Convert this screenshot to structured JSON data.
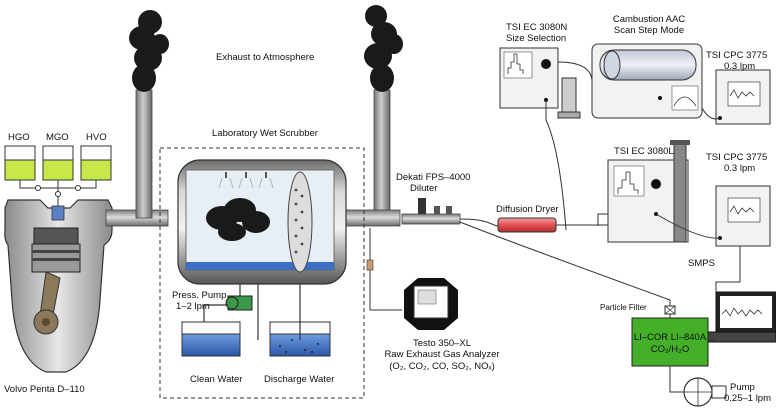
{
  "labels": {
    "exhaust_to_atmosphere": "Exhaust to Atmosphere",
    "laboratory_wet_scrubber": "Laboratory  Wet Scrubber",
    "hgo": "HGO",
    "mgo": "MGO",
    "hvo": "HVO",
    "engine": "Volvo Penta D–110",
    "press_pump_1": "Press. Pump",
    "press_pump_2": "1–2 lpm",
    "clean_water": "Clean Water",
    "discharge_water": "Discharge Water",
    "dekati_1": "Dekati FPS–4000",
    "dekati_2": "Diluter",
    "diffusion_dryer": "Diffusion Dryer",
    "testo_1": "Testo 350–XL",
    "testo_2": "Raw Exhaust Gas Analyzer",
    "testo_3": "(O₂, CO₂, CO, SO₂, NOₓ)",
    "tsi_ec_3080n_1": "TSI EC 3080N",
    "tsi_ec_3080n_2": "Size Selection",
    "aac_1": "Cambustion AAC",
    "aac_2": "Scan Step Mode",
    "tsi_cpc_top_1": "TSI CPC 3775",
    "tsi_cpc_top_2": "0.3 lpm",
    "tsi_ec_3080l": "TSI EC 3080L",
    "tsi_cpc_mid_1": "TSI CPC 3775",
    "tsi_cpc_mid_2": "0.3 lpm",
    "smps": "SMPS",
    "particle_filter": "Particle Filter",
    "licor_1": "LI–COR  LI–840A",
    "licor_2": "CO₂/H₂O",
    "pump_1": "Pump",
    "pump_2": "0.25–1 lpm"
  },
  "colors": {
    "fuel_green": "#c8e84a",
    "licor_green": "#44b02a",
    "water_blue": "#3a6fc4",
    "dryer_red": "#e05050",
    "smoke": "#1a1a1a"
  }
}
